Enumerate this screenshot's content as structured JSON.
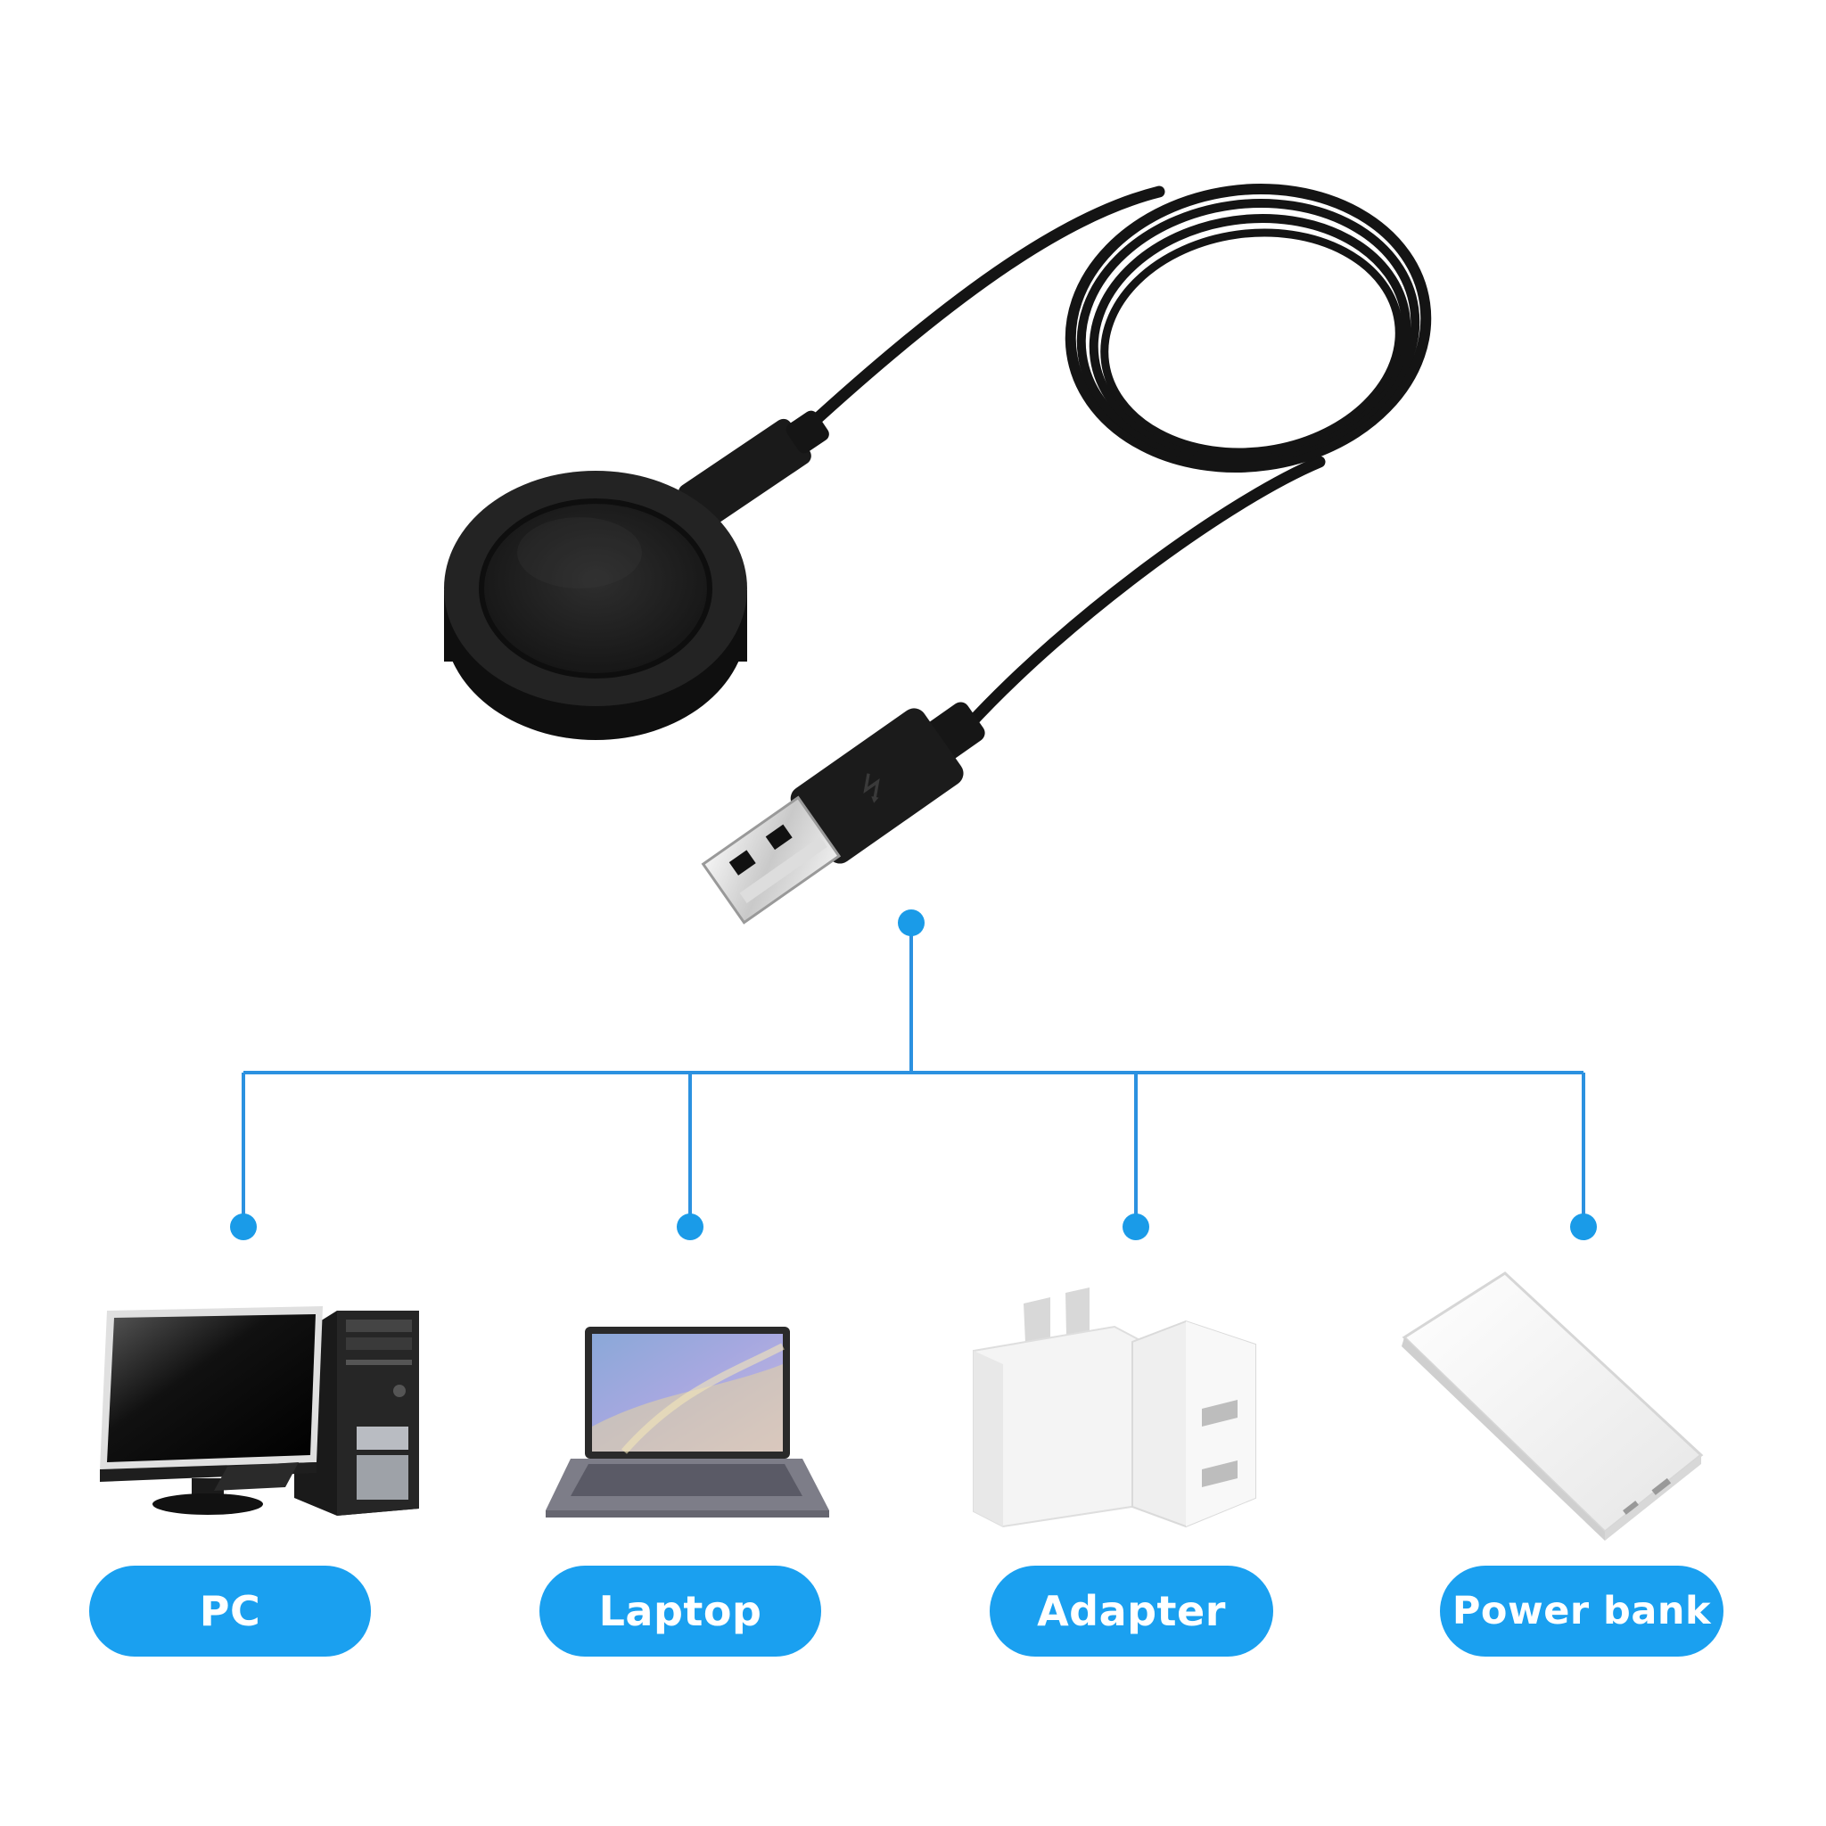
{
  "colors": {
    "accent": "#1aa0f0",
    "connector": "#2b91e0",
    "cable": "#141414"
  },
  "devices": [
    {
      "id": "pc",
      "label": "PC"
    },
    {
      "id": "laptop",
      "label": "Laptop"
    },
    {
      "id": "adapter",
      "label": "Adapter"
    },
    {
      "id": "powerbank",
      "label": "Power bank"
    }
  ],
  "icons": {
    "charger": "watch-charger-puck-icon",
    "usb": "usb-a-plug-icon",
    "pc": "desktop-pc-icon",
    "laptop": "laptop-icon",
    "adapter": "usb-wall-adapter-icon",
    "powerbank": "power-bank-icon"
  }
}
